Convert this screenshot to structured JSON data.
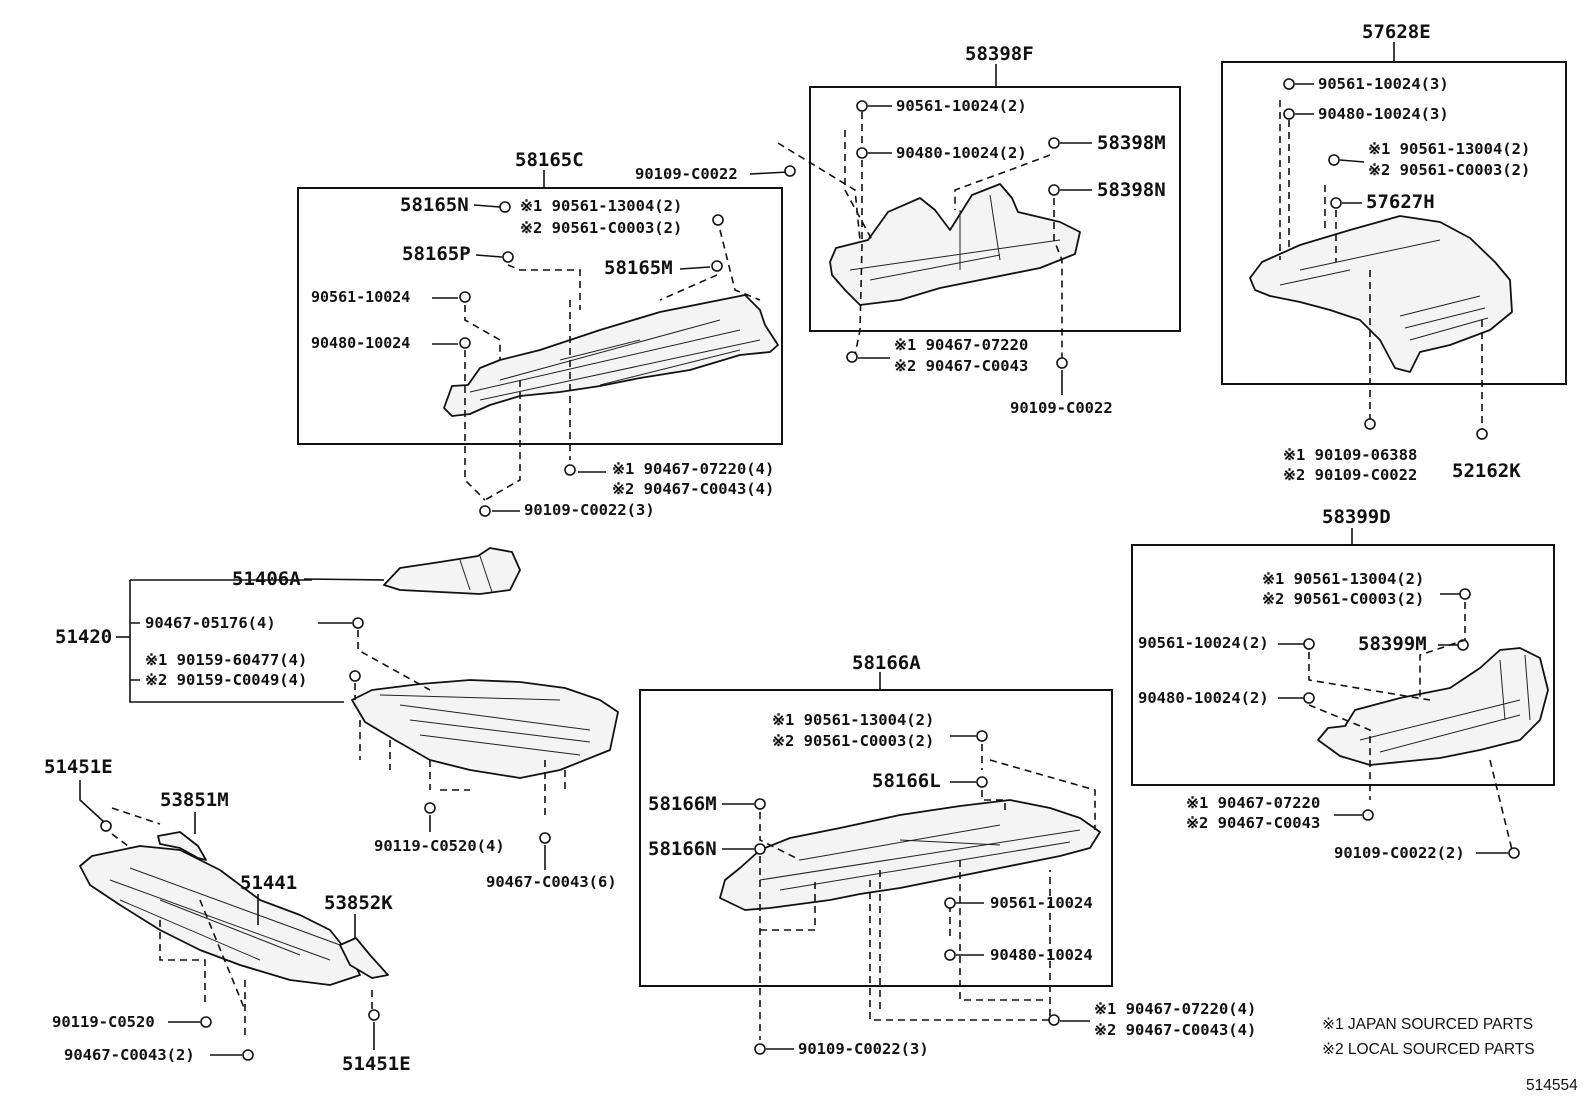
{
  "diagram_id": "514554",
  "footnotes": {
    "note1": "※1 JAPAN SOURCED PARTS",
    "note2": "※2 LOCAL SOURCED PARTS"
  },
  "groups": {
    "g58165C": {
      "title": "58165C",
      "n": "58165N",
      "p": "58165P",
      "m": "58165M",
      "clip1": "※1 90561-13004(2)",
      "clip2": "※2 90561-C0003(2)",
      "nut": "90561-10024",
      "washer": "90480-10024",
      "bolt1": "※1 90467-07220(4)",
      "bolt2": "※2 90467-C0043(4)",
      "screw": "90109-C0022(3)"
    },
    "g58398F": {
      "title": "58398F",
      "screw_top": "90109-C0022",
      "nut": "90561-10024(2)",
      "washer": "90480-10024(2)",
      "m": "58398M",
      "n": "58398N",
      "bolt1": "※1 90467-07220",
      "bolt2": "※2 90467-C0043",
      "screw_bot": "90109-C0022"
    },
    "g57628E": {
      "title": "57628E",
      "nut": "90561-10024(3)",
      "washer": "90480-10024(3)",
      "clip1": "※1 90561-13004(2)",
      "clip2": "※2 90561-C0003(2)",
      "h": "57627H",
      "screw1": "※1 90109-06388",
      "screw2": "※2 90109-C0022",
      "k": "52162K"
    },
    "g51420": {
      "title": "51420",
      "a": "51406A",
      "bolt": "90467-05176(4)",
      "clip1": "※1 90159-60477(4)",
      "clip2": "※2 90159-C0049(4)",
      "screw": "90119-C0520(4)",
      "bolt_b": "90467-C0043(6)"
    },
    "g51441": {
      "title": "51441",
      "e_top": "51451E",
      "m": "53851M",
      "k": "53852K",
      "screw": "90119-C0520",
      "bolt": "90467-C0043(2)",
      "e_bot": "51451E"
    },
    "g58166A": {
      "title": "58166A",
      "clip1": "※1 90561-13004(2)",
      "clip2": "※2 90561-C0003(2)",
      "l": "58166L",
      "m": "58166M",
      "n": "58166N",
      "nut": "90561-10024",
      "washer": "90480-10024",
      "bolt1": "※1 90467-07220(4)",
      "bolt2": "※2 90467-C0043(4)",
      "screw": "90109-C0022(3)"
    },
    "g58399D": {
      "title": "58399D",
      "clip1": "※1 90561-13004(2)",
      "clip2": "※2 90561-C0003(2)",
      "nut": "90561-10024(2)",
      "m": "58399M",
      "washer": "90480-10024(2)",
      "bolt1": "※1 90467-07220",
      "bolt2": "※2 90467-C0043",
      "screw": "90109-C0022(2)"
    }
  }
}
